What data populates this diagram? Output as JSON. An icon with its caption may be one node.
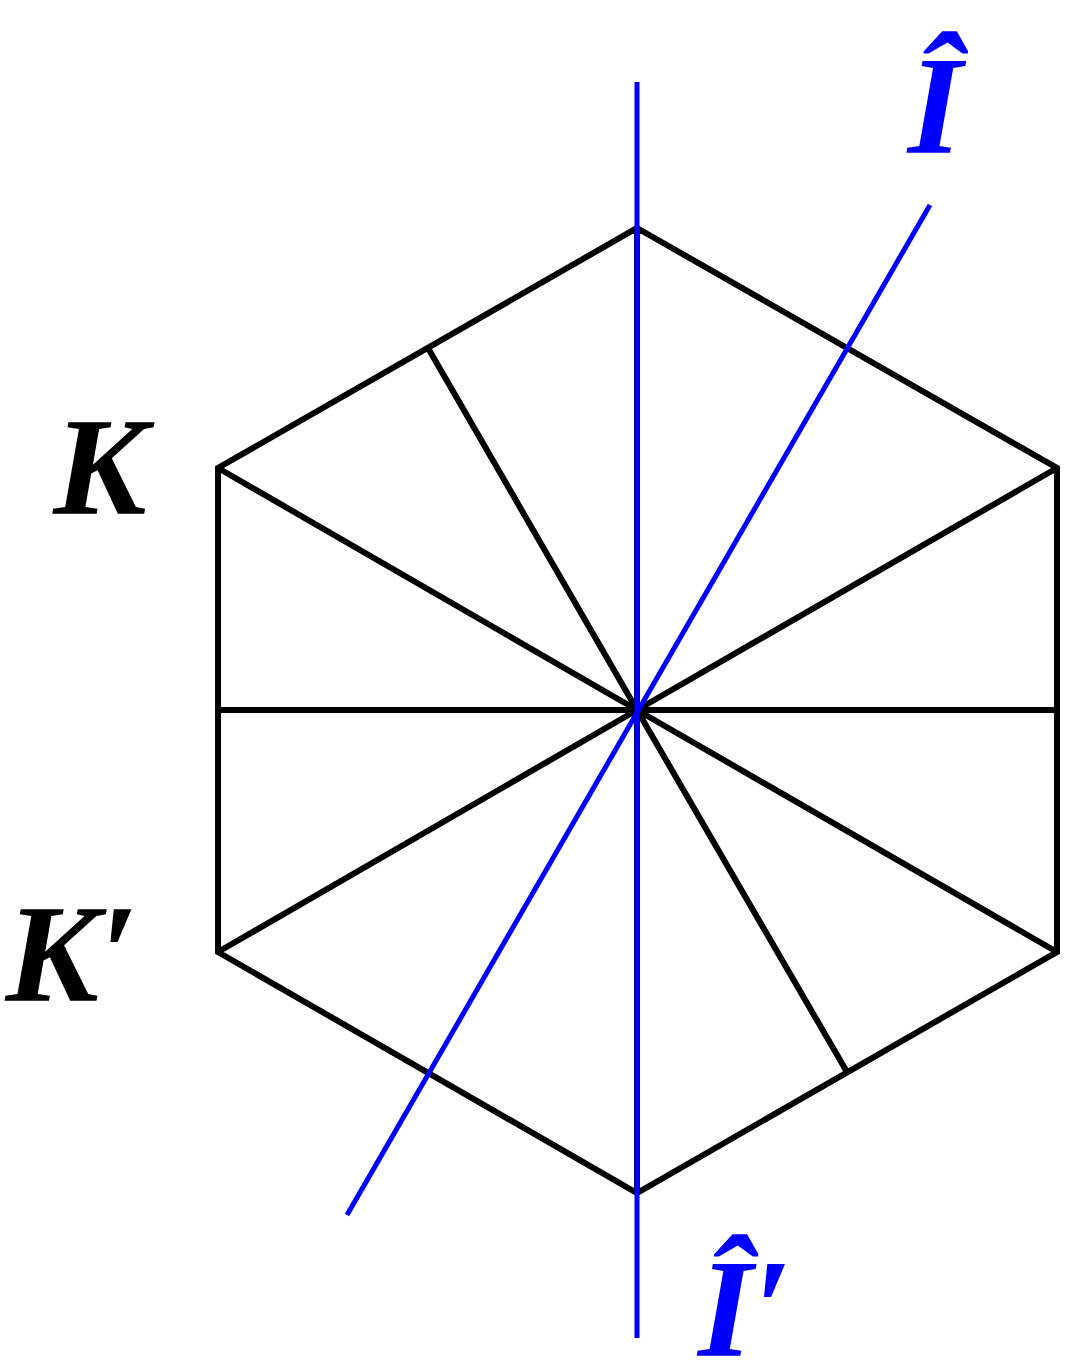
{
  "diagram": {
    "labels": [
      "Î",
      "K",
      "K′",
      "Î′"
    ]
  }
}
